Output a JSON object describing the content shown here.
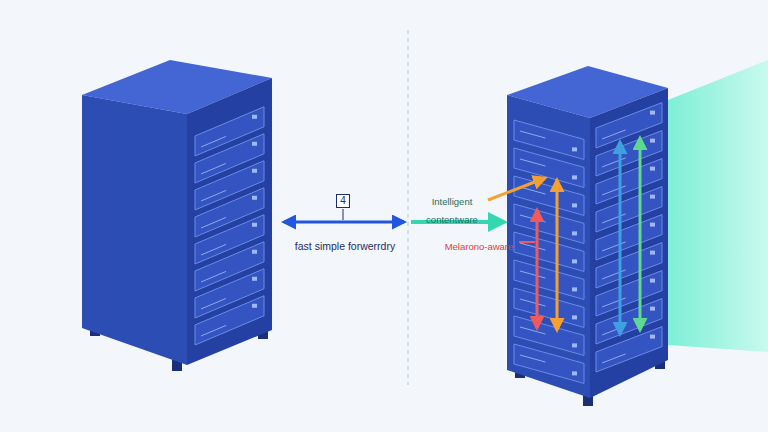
{
  "diagram": {
    "nodes": [
      {
        "text": [
          "4"
        ]
      }
    ],
    "labels": [
      "fast simple forwerrdry",
      "Intelligent contentware",
      "Melarono-aware"
    ]
  }
}
